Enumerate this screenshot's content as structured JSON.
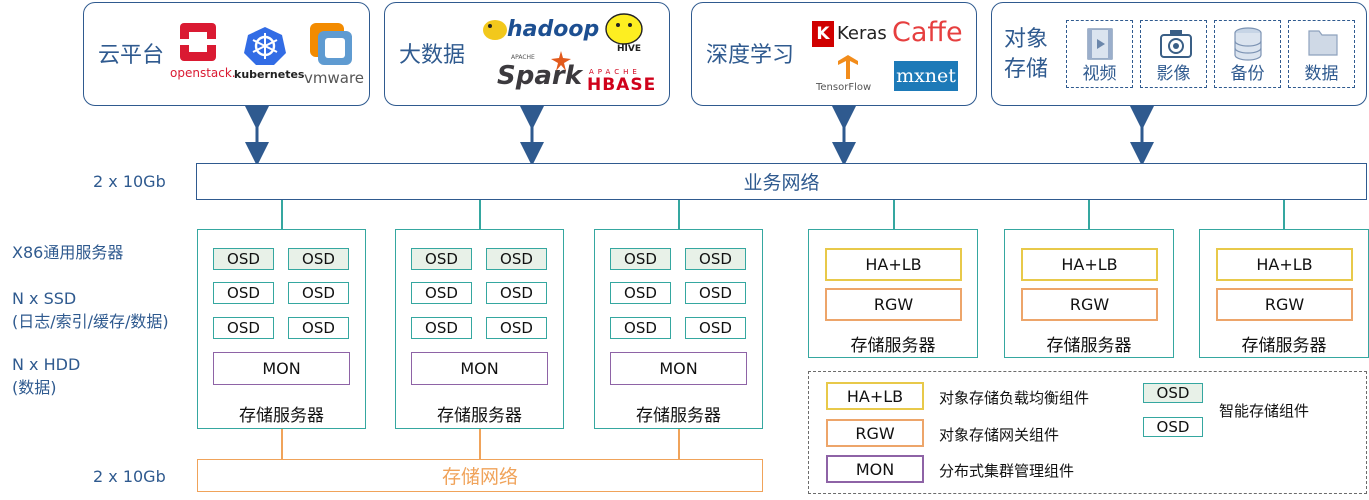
{
  "apps": [
    {
      "title": "云平台",
      "logos": [
        "openstack.",
        "kubernetes",
        "vmware"
      ]
    },
    {
      "title": "大数据",
      "logos": [
        "hadoop",
        "HIVE",
        "APACHE",
        "Spark",
        "APACHE",
        "HBASE"
      ]
    },
    {
      "title": "深度学习",
      "logos": [
        "Keras",
        "Caffe",
        "TensorFlow",
        "mxnet"
      ]
    },
    {
      "title": "对象存储",
      "media": [
        "视频",
        "影像",
        "备份",
        "数据"
      ]
    }
  ],
  "networks": {
    "business": {
      "label": "业务网络",
      "bandwidth": "2 x 10Gb"
    },
    "storage": {
      "label": "存储网络",
      "bandwidth": "2 x 10Gb"
    }
  },
  "side_labels": {
    "x86": "X86通用服务器",
    "ssd_line1": "N x SSD",
    "ssd_line2": "(日志/索引/缓存/数据)",
    "hdd_line1": "N x HDD",
    "hdd_line2": "(数据)"
  },
  "osd_servers": [
    {
      "osds": [
        "OSD",
        "OSD",
        "OSD",
        "OSD",
        "OSD",
        "OSD"
      ],
      "mon": "MON",
      "caption": "存储服务器"
    },
    {
      "osds": [
        "OSD",
        "OSD",
        "OSD",
        "OSD",
        "OSD",
        "OSD"
      ],
      "mon": "MON",
      "caption": "存储服务器"
    },
    {
      "osds": [
        "OSD",
        "OSD",
        "OSD",
        "OSD",
        "OSD",
        "OSD"
      ],
      "mon": "MON",
      "caption": "存储服务器"
    }
  ],
  "rgw_servers": [
    {
      "halb": "HA+LB",
      "rgw": "RGW",
      "caption": "存储服务器"
    },
    {
      "halb": "HA+LB",
      "rgw": "RGW",
      "caption": "存储服务器"
    },
    {
      "halb": "HA+LB",
      "rgw": "RGW",
      "caption": "存储服务器"
    }
  ],
  "legend": [
    {
      "box": "HA+LB",
      "desc": "对象存储负载均衡组件",
      "color": "#e8c94a"
    },
    {
      "box": "RGW",
      "desc": "对象存储网关组件",
      "color": "#eda56a"
    },
    {
      "box": "MON",
      "desc": "分布式集群管理组件",
      "color": "#8e63a6"
    },
    {
      "box": "OSD",
      "desc": "智能存储组件",
      "color": "#35a7a0"
    }
  ],
  "colors": {
    "primary": "#2f5a8f",
    "teal": "#35a7a0",
    "storage_net": "#f0a35a"
  }
}
